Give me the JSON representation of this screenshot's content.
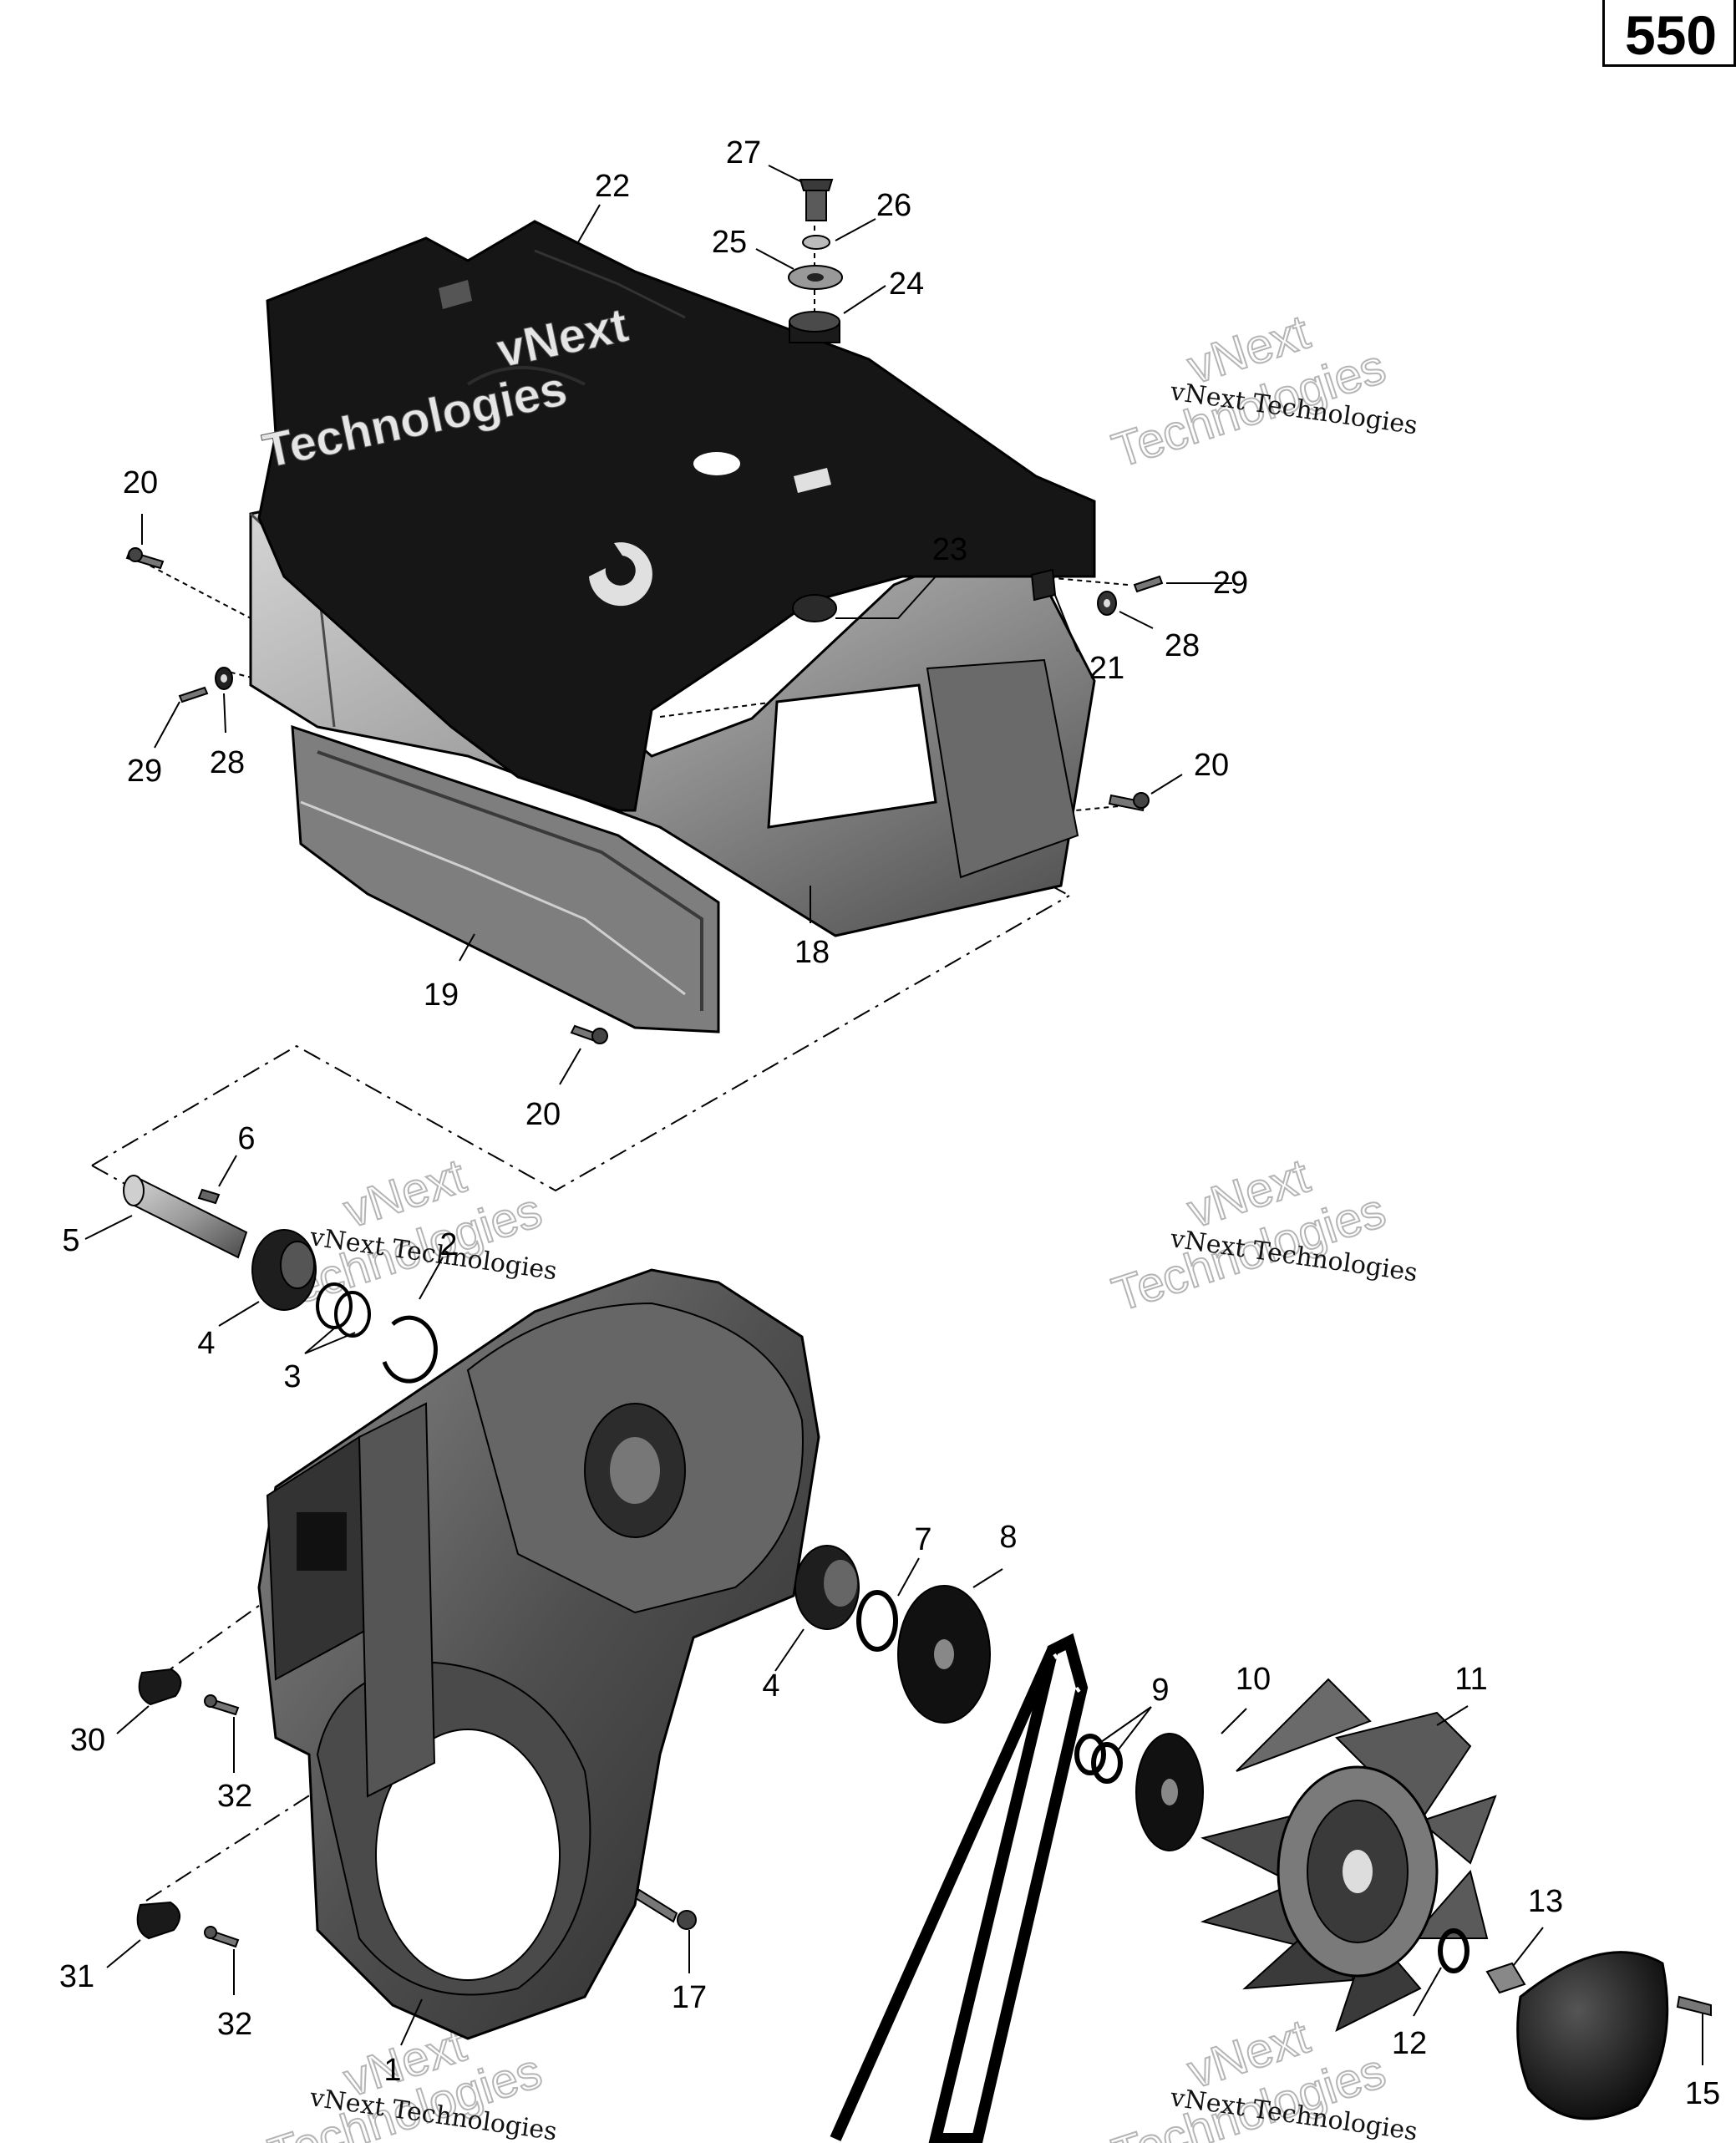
{
  "page_number": "550",
  "watermark": {
    "line1": "vNext",
    "line2": "Technologies",
    "mono": "vNext Technologies"
  },
  "callouts": {
    "c1": "1",
    "c2": "2",
    "c3": "3",
    "c4a": "4",
    "c4b": "4",
    "c5": "5",
    "c6": "6",
    "c7": "7",
    "c8": "8",
    "c9": "9",
    "c10": "10",
    "c11": "11",
    "c12": "12",
    "c13": "13",
    "c15": "15",
    "c17": "17",
    "c18": "18",
    "c19": "19",
    "c20a": "20",
    "c20b": "20",
    "c20c": "20",
    "c21": "21",
    "c22": "22",
    "c23": "23",
    "c24": "24",
    "c25": "25",
    "c26": "26",
    "c27": "27",
    "c28a": "28",
    "c28b": "28",
    "c29a": "29",
    "c29b": "29",
    "c30": "30",
    "c31": "31",
    "c32a": "32",
    "c32b": "32"
  },
  "colors": {
    "line": "#000000",
    "part_dark": "#161616",
    "part_mid": "#7d7d7d",
    "part_light": "#b9b9b9"
  }
}
